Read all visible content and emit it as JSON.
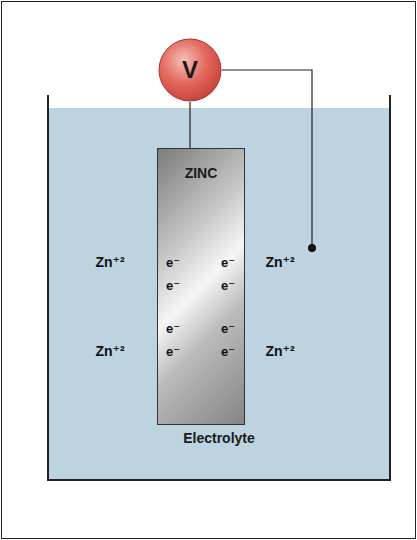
{
  "diagram": {
    "nodes": [
      {
        "text": [
          "V"
        ]
      },
      {
        "text": [
          "Electrolyte"
        ]
      },
      {
        "text": [
          "ZINC"
        ],
        "in": 1
      }
    ],
    "edges": [
      {
        "from": 0,
        "to": 2,
        "arrow": "none"
      },
      {
        "from": 0,
        "to": 1,
        "arrow": "none"
      }
    ],
    "labels": [
      "Zn⁺²",
      "e⁻",
      "e⁻",
      "Zn⁺²",
      "e⁻",
      "e⁻",
      "e⁻",
      "e⁻",
      "Zn⁺²",
      "e⁻",
      "e⁻",
      "Zn⁺²"
    ]
  }
}
